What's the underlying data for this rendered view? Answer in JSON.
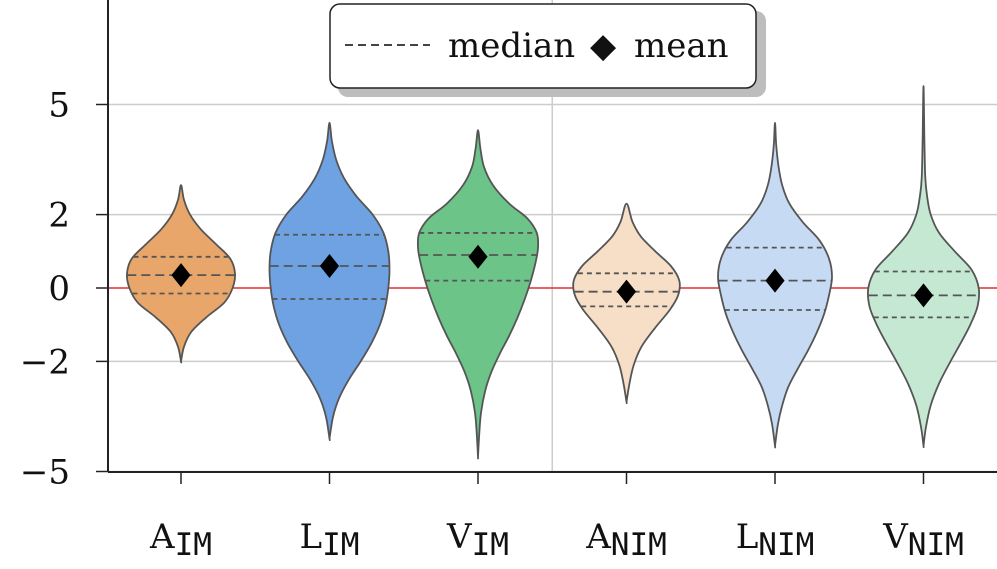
{
  "chart_data": {
    "type": "violin",
    "ylim": [
      -5,
      7.5
    ],
    "yticks": [
      {
        "value": -5,
        "label": "−5"
      },
      {
        "value": -2,
        "label": "−2"
      },
      {
        "value": 0,
        "label": "0"
      },
      {
        "value": 2,
        "label": "2"
      },
      {
        "value": 5,
        "label": "5"
      }
    ],
    "grid": true,
    "reference_line": {
      "value": 0,
      "color": "#e03030"
    },
    "legend": {
      "placement": "top-center",
      "median_label": "median",
      "mean_label": "mean",
      "median_symbol": "dashed line",
      "mean_symbol": "◆"
    },
    "series": [
      {
        "main": "A",
        "sub": "IM",
        "color": "#e9a66a",
        "mean": 0.35,
        "median": 0.35,
        "q1": -0.15,
        "q3": 0.85,
        "min": -2.0,
        "max": 2.8,
        "profile": [
          [
            -2.0,
            0.0
          ],
          [
            -1.6,
            0.05
          ],
          [
            -1.2,
            0.17
          ],
          [
            -0.8,
            0.42
          ],
          [
            -0.4,
            0.72
          ],
          [
            0.0,
            0.86
          ],
          [
            0.4,
            0.9
          ],
          [
            0.8,
            0.82
          ],
          [
            1.2,
            0.58
          ],
          [
            1.6,
            0.33
          ],
          [
            2.0,
            0.15
          ],
          [
            2.4,
            0.05
          ],
          [
            2.8,
            0.0
          ]
        ]
      },
      {
        "main": "L",
        "sub": "IM",
        "color": "#6ea2e2",
        "mean": 0.6,
        "median": 0.6,
        "q1": -0.3,
        "q3": 1.45,
        "min": -4.1,
        "max": 4.5,
        "profile": [
          [
            -4.1,
            0.0
          ],
          [
            -3.5,
            0.06
          ],
          [
            -3.0,
            0.16
          ],
          [
            -2.5,
            0.32
          ],
          [
            -2.0,
            0.52
          ],
          [
            -1.5,
            0.7
          ],
          [
            -1.0,
            0.84
          ],
          [
            -0.5,
            0.93
          ],
          [
            0.0,
            0.98
          ],
          [
            0.5,
            1.0
          ],
          [
            1.0,
            0.98
          ],
          [
            1.5,
            0.9
          ],
          [
            2.0,
            0.72
          ],
          [
            2.5,
            0.45
          ],
          [
            3.0,
            0.24
          ],
          [
            3.5,
            0.11
          ],
          [
            4.0,
            0.04
          ],
          [
            4.5,
            0.0
          ]
        ]
      },
      {
        "main": "V",
        "sub": "IM",
        "color": "#6cc489",
        "mean": 0.85,
        "median": 0.9,
        "q1": 0.2,
        "q3": 1.5,
        "min": -4.6,
        "max": 4.3,
        "profile": [
          [
            -4.6,
            0.0
          ],
          [
            -4.0,
            0.02
          ],
          [
            -3.4,
            0.05
          ],
          [
            -2.8,
            0.12
          ],
          [
            -2.3,
            0.22
          ],
          [
            -1.8,
            0.36
          ],
          [
            -1.3,
            0.52
          ],
          [
            -0.8,
            0.66
          ],
          [
            -0.3,
            0.78
          ],
          [
            0.2,
            0.88
          ],
          [
            0.7,
            0.96
          ],
          [
            1.1,
            1.0
          ],
          [
            1.5,
            0.98
          ],
          [
            1.9,
            0.82
          ],
          [
            2.3,
            0.52
          ],
          [
            2.8,
            0.25
          ],
          [
            3.3,
            0.1
          ],
          [
            3.8,
            0.04
          ],
          [
            4.3,
            0.0
          ]
        ]
      },
      {
        "main": "A",
        "sub": "NIM",
        "color": "#f7dec6",
        "mean": -0.1,
        "median": -0.1,
        "q1": -0.5,
        "q3": 0.4,
        "min": -3.1,
        "max": 2.3,
        "profile": [
          [
            -3.1,
            0.0
          ],
          [
            -2.6,
            0.05
          ],
          [
            -2.1,
            0.12
          ],
          [
            -1.6,
            0.25
          ],
          [
            -1.1,
            0.47
          ],
          [
            -0.6,
            0.72
          ],
          [
            -0.2,
            0.86
          ],
          [
            0.2,
            0.88
          ],
          [
            0.6,
            0.74
          ],
          [
            1.0,
            0.48
          ],
          [
            1.4,
            0.24
          ],
          [
            1.8,
            0.1
          ],
          [
            2.3,
            0.0
          ]
        ]
      },
      {
        "main": "L",
        "sub": "NIM",
        "color": "#c6dbf3",
        "mean": 0.2,
        "median": 0.2,
        "q1": -0.6,
        "q3": 1.1,
        "min": -4.3,
        "max": 4.5,
        "profile": [
          [
            -4.3,
            0.0
          ],
          [
            -3.7,
            0.05
          ],
          [
            -3.2,
            0.12
          ],
          [
            -2.7,
            0.22
          ],
          [
            -2.2,
            0.38
          ],
          [
            -1.7,
            0.55
          ],
          [
            -1.2,
            0.7
          ],
          [
            -0.7,
            0.82
          ],
          [
            -0.2,
            0.9
          ],
          [
            0.3,
            0.95
          ],
          [
            0.8,
            0.9
          ],
          [
            1.3,
            0.74
          ],
          [
            1.8,
            0.46
          ],
          [
            2.3,
            0.24
          ],
          [
            2.8,
            0.12
          ],
          [
            3.3,
            0.06
          ],
          [
            3.9,
            0.02
          ],
          [
            4.5,
            0.0
          ]
        ]
      },
      {
        "main": "V",
        "sub": "NIM",
        "color": "#c4e8d2",
        "mean": -0.2,
        "median": -0.2,
        "q1": -0.8,
        "q3": 0.45,
        "min": -4.3,
        "max": 5.5,
        "profile": [
          [
            -4.3,
            0.0
          ],
          [
            -3.8,
            0.04
          ],
          [
            -3.2,
            0.12
          ],
          [
            -2.6,
            0.26
          ],
          [
            -2.0,
            0.45
          ],
          [
            -1.5,
            0.62
          ],
          [
            -1.0,
            0.78
          ],
          [
            -0.5,
            0.9
          ],
          [
            0.0,
            0.92
          ],
          [
            0.5,
            0.8
          ],
          [
            1.0,
            0.52
          ],
          [
            1.5,
            0.26
          ],
          [
            2.0,
            0.12
          ],
          [
            2.5,
            0.06
          ],
          [
            3.0,
            0.03
          ],
          [
            4.0,
            0.015
          ],
          [
            5.5,
            0.0
          ]
        ]
      }
    ]
  }
}
